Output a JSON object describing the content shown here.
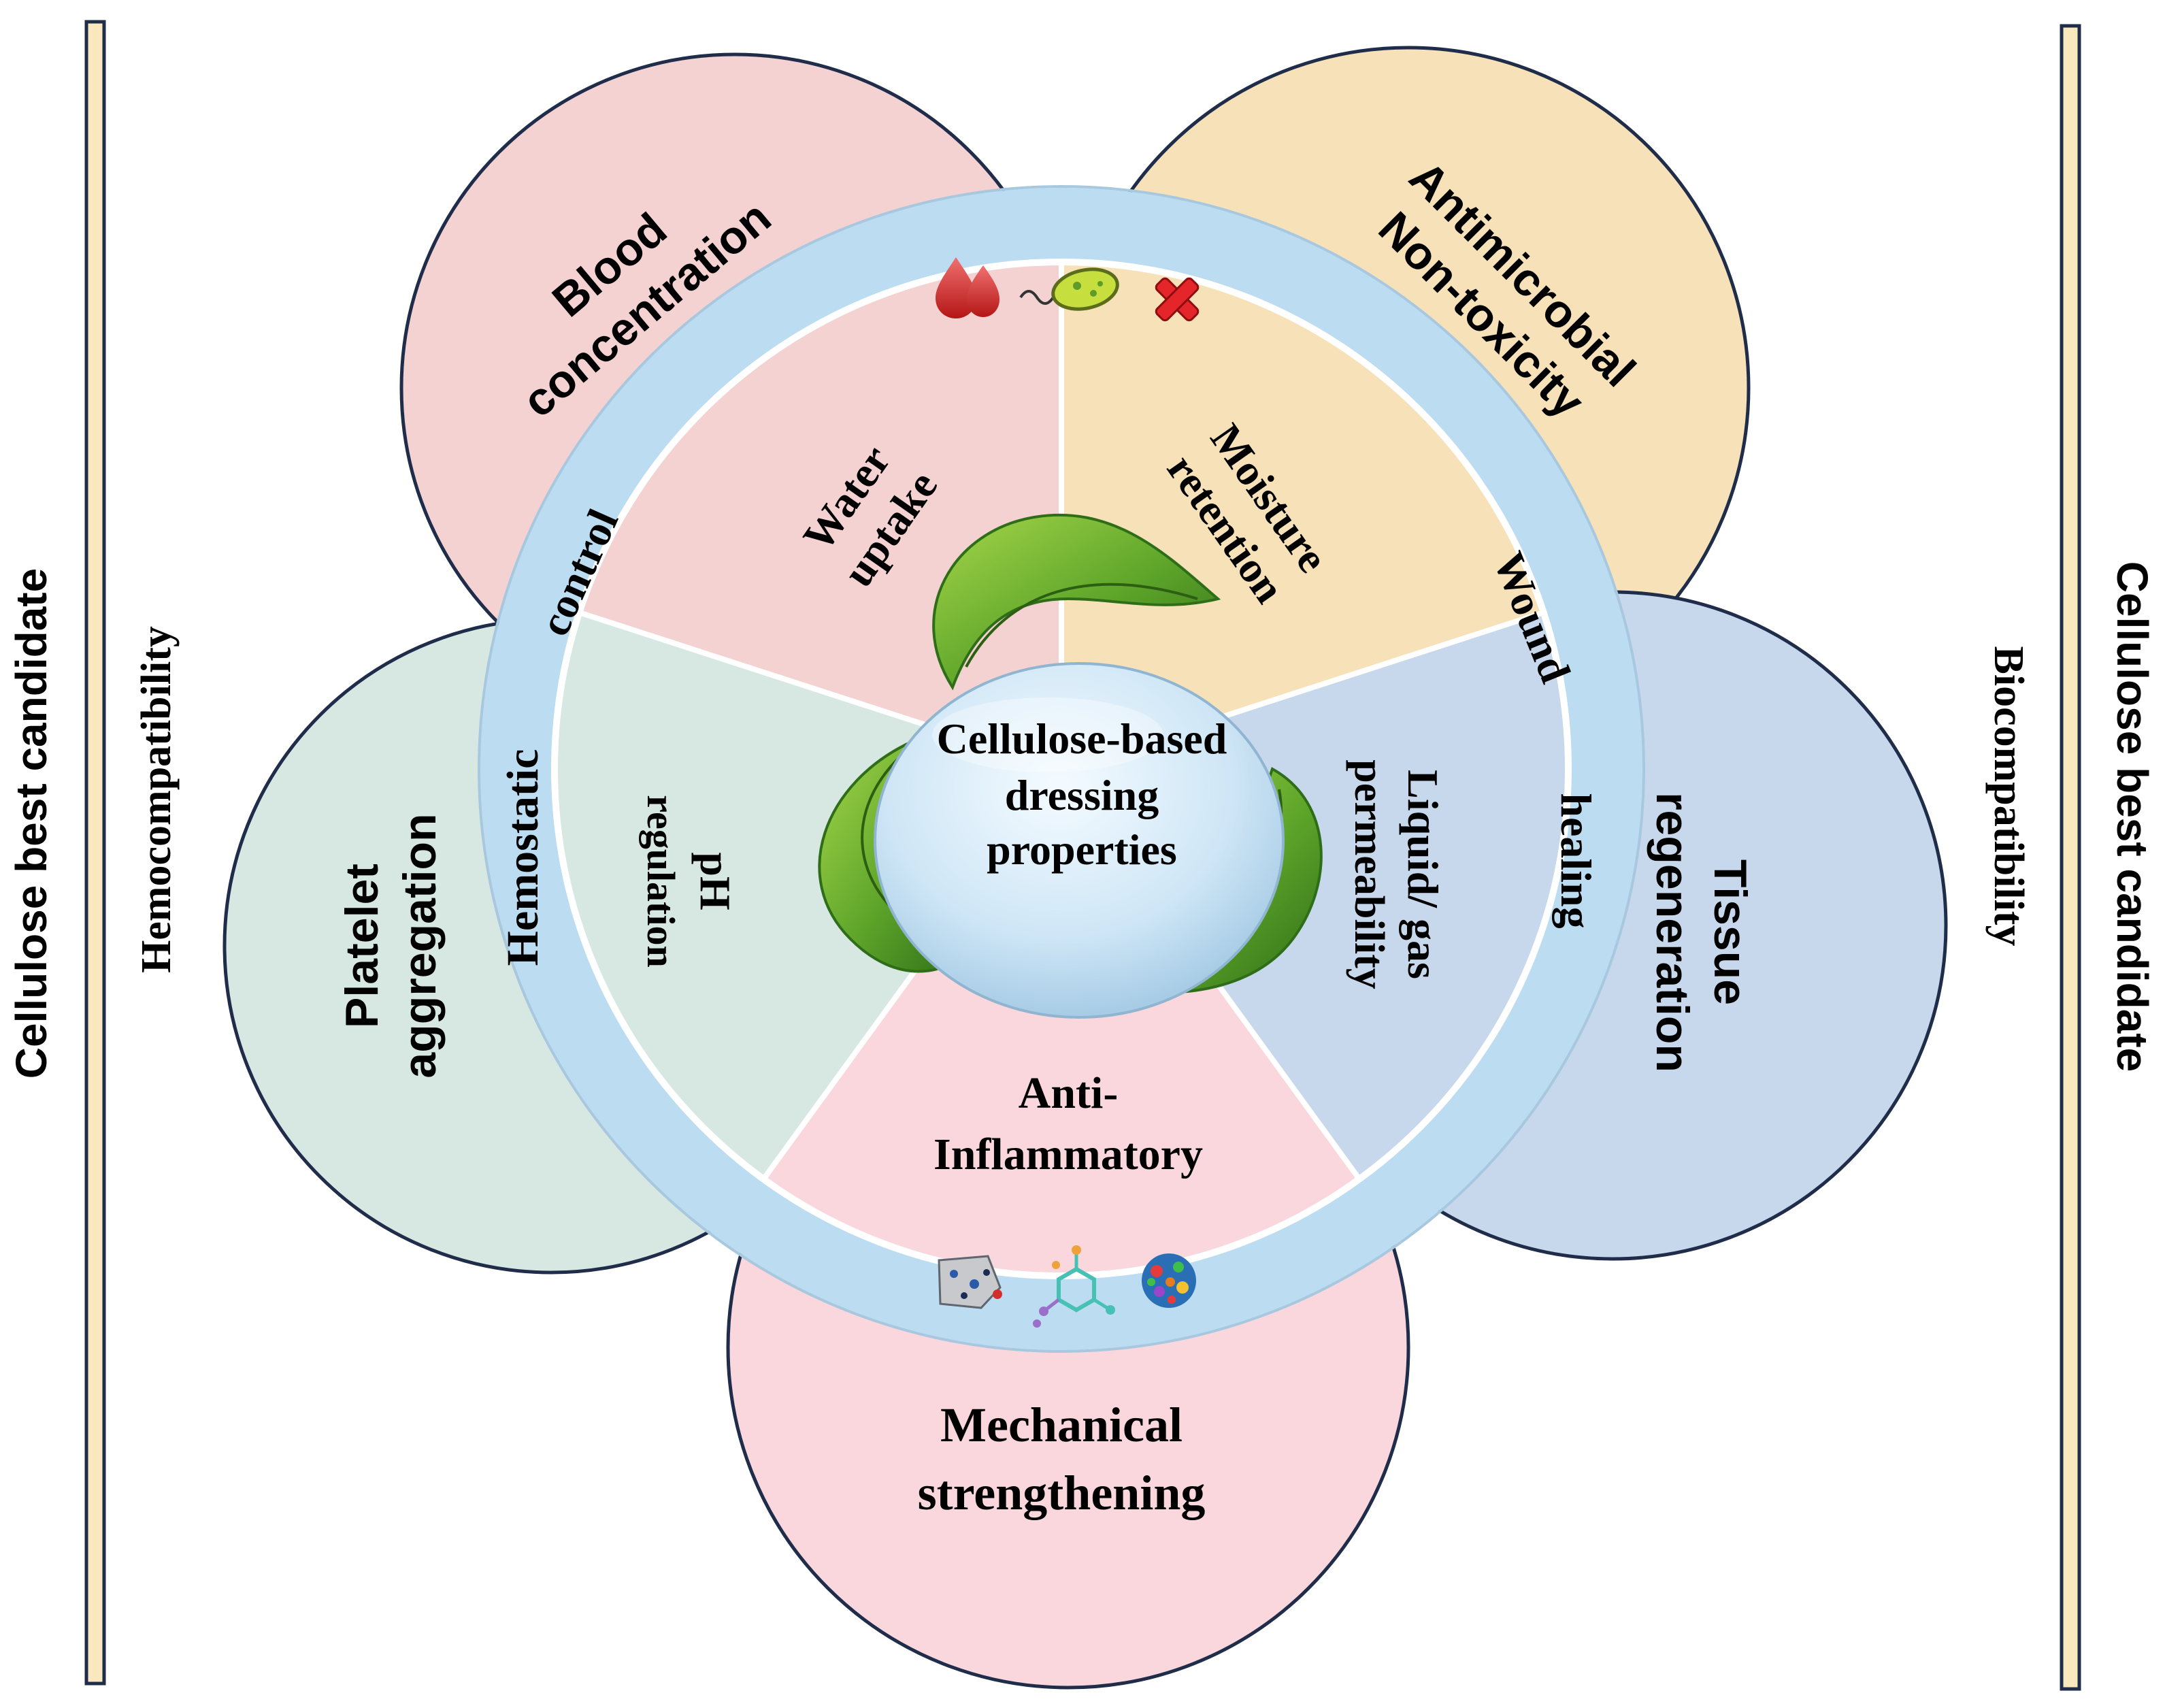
{
  "colors": {
    "pink": "#f4d2d2",
    "peach": "#f6e1b8",
    "green": "#d7e7e1",
    "blue": "#c8d8ec",
    "rose": "#f9d7dd",
    "ring": "#bcdcf1",
    "outline": "#1f2d4a",
    "bar_fill": "#f9e7be"
  },
  "side_labels": {
    "left_outer": "Cellulose best candidate",
    "left_inner": "Hemocompatibility",
    "right_outer": "Cellulose best candidate",
    "right_inner": "Biocompatibility"
  },
  "outer_circles": {
    "top_left": [
      "Blood",
      "concentration"
    ],
    "top_right": [
      "Antimicrobial",
      "Non-toxicity"
    ],
    "left": [
      "Platelet",
      "aggregation"
    ],
    "right": [
      "Tissue",
      "regeneration"
    ],
    "bottom": [
      "Mechanical",
      "strengthening"
    ]
  },
  "ring_labels": {
    "left_control": "control",
    "left_hemostatic": "Hemostatic",
    "right_wound": "Wound",
    "right_healing": "healing"
  },
  "sectors": {
    "water_uptake": [
      "Water",
      "uptake"
    ],
    "moisture_retention": [
      "Moisture",
      "retention"
    ],
    "ph_regulation": [
      "pH",
      "regulation"
    ],
    "liquid_gas": [
      "Liquid/ gas",
      "permeability"
    ],
    "anti_inflammatory": [
      "Anti-",
      "Inflammatory"
    ]
  },
  "center": [
    "Cellulose-based",
    "dressing",
    "properties"
  ],
  "icons": {
    "top": [
      "blood-drops-icon",
      "bacteria-icon",
      "cross-mark-icon"
    ],
    "bottom": [
      "particle-cluster-icon",
      "molecule-icon",
      "nanoparticle-icon"
    ],
    "center": "recycle-leaves-icon"
  }
}
